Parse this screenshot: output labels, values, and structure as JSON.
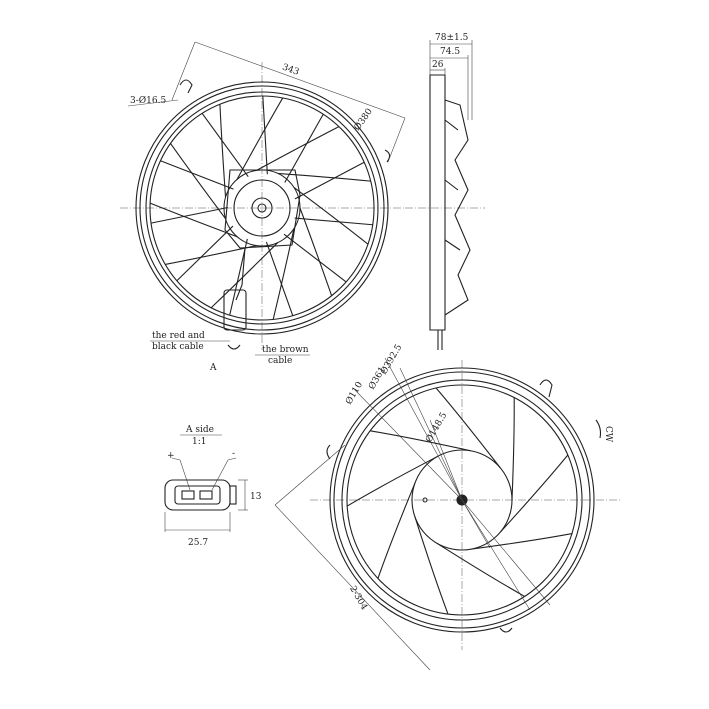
{
  "top_view": {
    "mount_holes": "3-Ø16.5",
    "width": "343",
    "ring_diameter": "Ø380",
    "label_red_black": [
      "the red and",
      "black cable"
    ],
    "label_brown": [
      "the brown",
      "cable"
    ],
    "view_marker": "A",
    "blade_count": 11
  },
  "side_view": {
    "overall_depth": "78±1.5",
    "body_depth": "74.5",
    "offset": "26"
  },
  "connector_view": {
    "title": "A side",
    "scale": "1:1",
    "plus": "+",
    "minus": "-",
    "height": "13",
    "width": "25.7"
  },
  "front_view": {
    "d1": "Ø392.5",
    "d2": "Ø361",
    "d3": "Ø110",
    "hub": "Ø148.5",
    "rotation": "CW",
    "holes": "2-304",
    "blade_count": 9
  }
}
